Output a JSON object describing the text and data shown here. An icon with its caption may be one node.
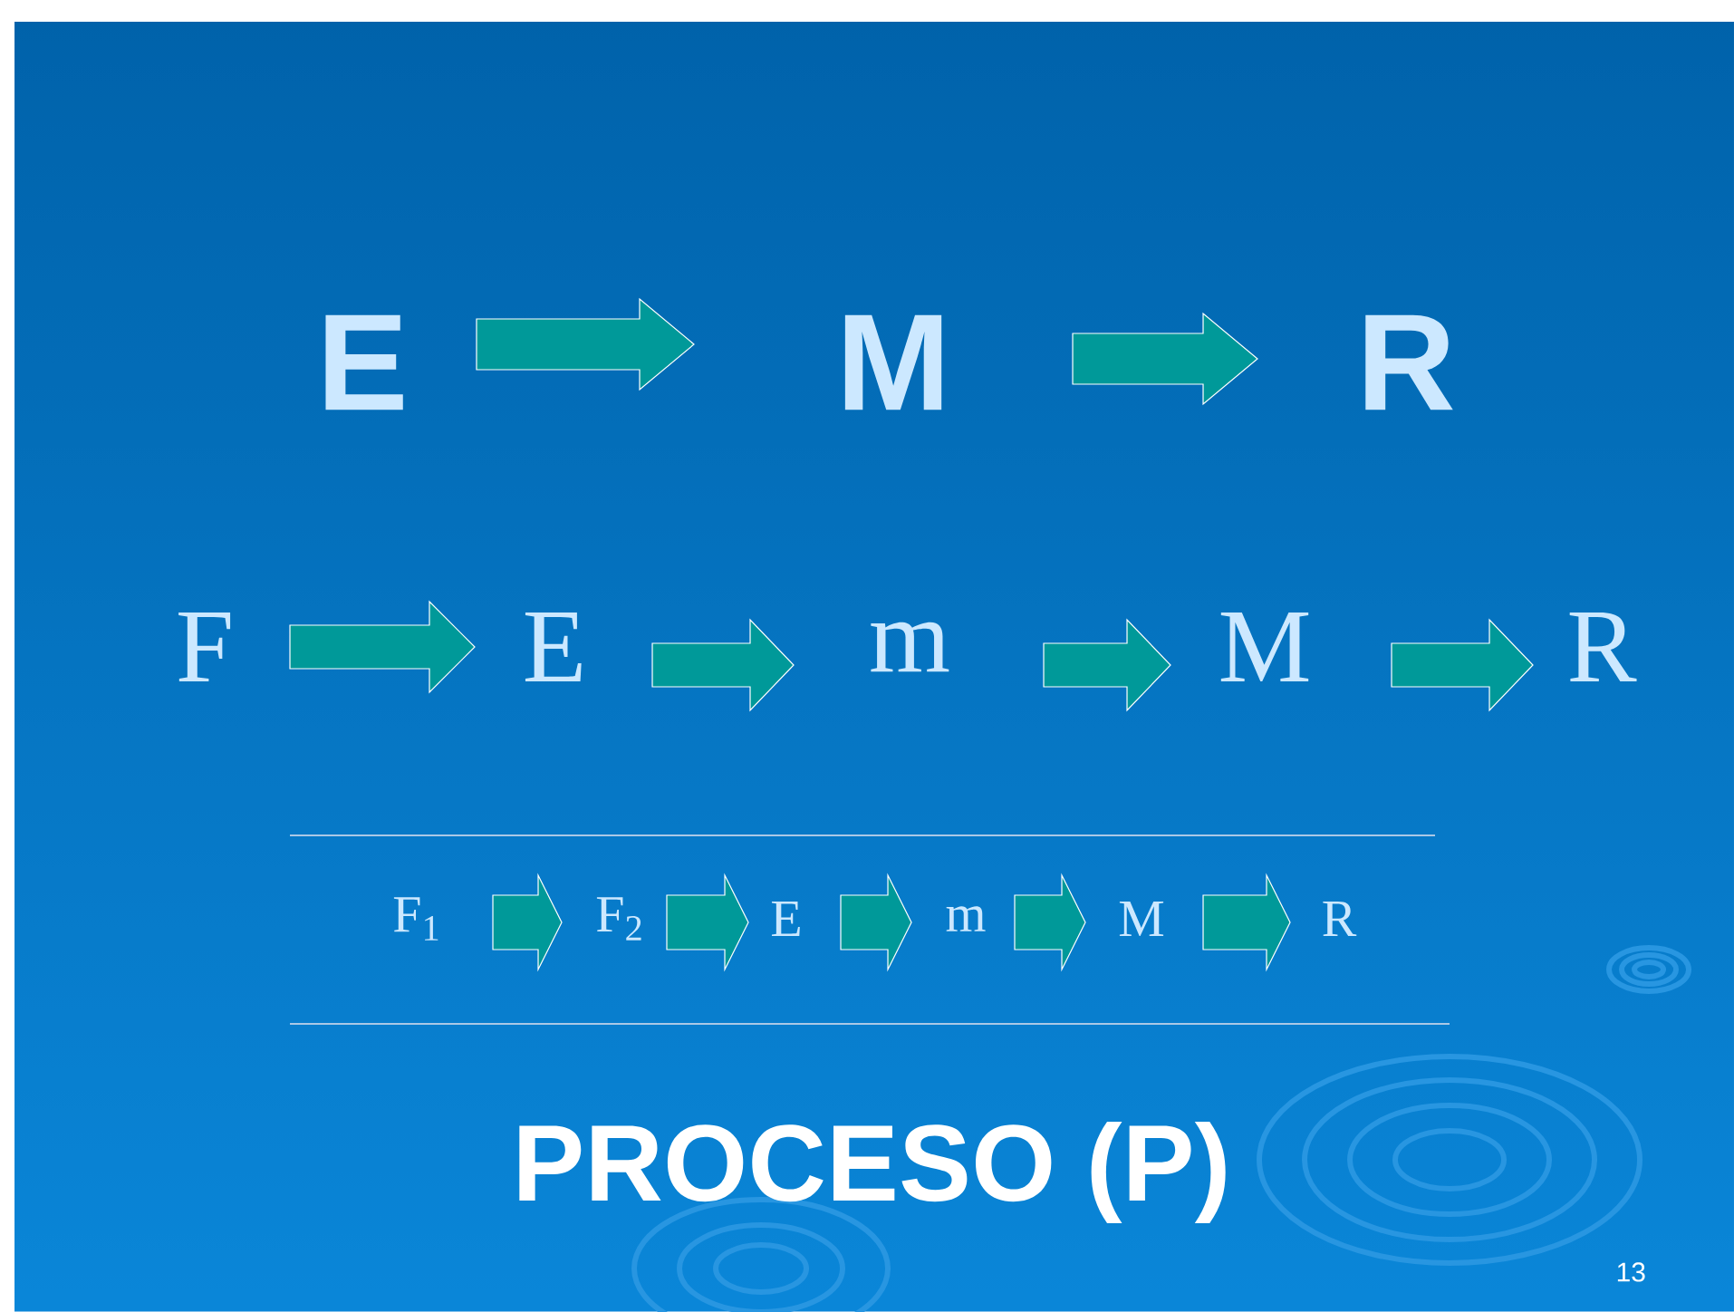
{
  "diagram": {
    "caption": "PROCESO  (P)",
    "nodes": [
      {
        "text": [
          "E"
        ]
      },
      {
        "text": [
          "M"
        ]
      },
      {
        "text": [
          "R"
        ]
      },
      {
        "text": [
          "F"
        ]
      },
      {
        "text": [
          "E"
        ]
      },
      {
        "text": [
          "m"
        ]
      },
      {
        "text": [
          "M"
        ]
      },
      {
        "text": [
          "R"
        ]
      },
      {
        "text": [
          "F$_{1}$"
        ]
      },
      {
        "text": [
          "F$_{2}$"
        ]
      },
      {
        "text": [
          "E"
        ]
      },
      {
        "text": [
          "m"
        ]
      },
      {
        "text": [
          "M"
        ]
      },
      {
        "text": [
          "R"
        ]
      }
    ],
    "edges": [
      {
        "from": 0,
        "to": 1,
        "arrow": "to"
      },
      {
        "from": 1,
        "to": 2,
        "arrow": "to"
      },
      {
        "from": 3,
        "to": 4,
        "arrow": "to"
      },
      {
        "from": 4,
        "to": 5,
        "arrow": "to"
      },
      {
        "from": 5,
        "to": 6,
        "arrow": "to"
      },
      {
        "from": 6,
        "to": 7,
        "arrow": "to"
      },
      {
        "from": 8,
        "to": 9,
        "arrow": "to"
      },
      {
        "from": 9,
        "to": 10,
        "arrow": "to"
      },
      {
        "from": 10,
        "to": 11,
        "arrow": "to"
      },
      {
        "from": 11,
        "to": 12,
        "arrow": "to"
      },
      {
        "from": 12,
        "to": 13,
        "arrow": "to"
      }
    ],
    "labels": [
      "13"
    ]
  }
}
